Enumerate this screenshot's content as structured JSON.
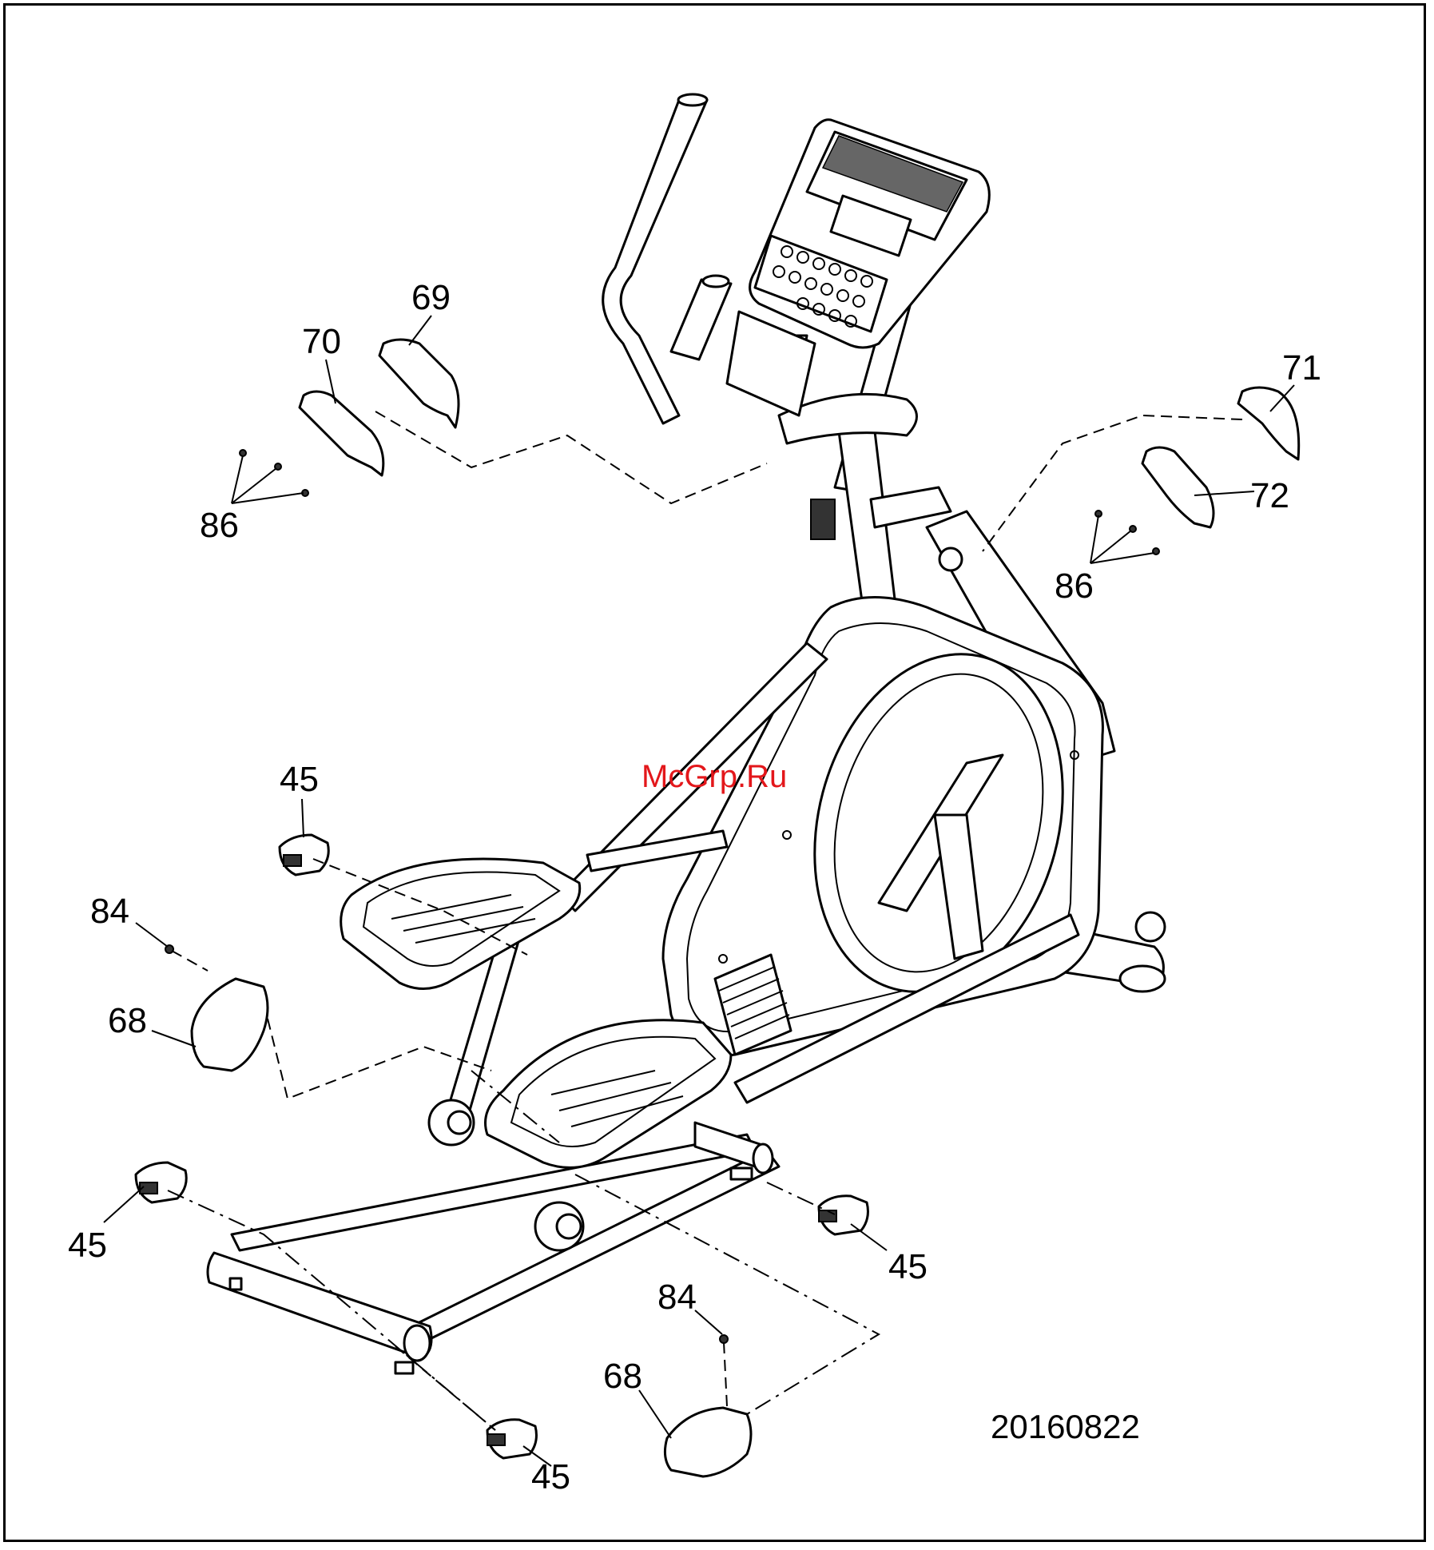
{
  "watermark": "McGrp.Ru",
  "drawing_number": "20160822",
  "callouts": {
    "c69": "69",
    "c70": "70",
    "c86_left": "86",
    "c71": "71",
    "c72": "72",
    "c86_right": "86",
    "c45_mid": "45",
    "c84_left": "84",
    "c68_left": "68",
    "c45_left": "45",
    "c45_right": "45",
    "c84_bottom": "84",
    "c68_bottom": "68",
    "c45_bottom": "45"
  }
}
